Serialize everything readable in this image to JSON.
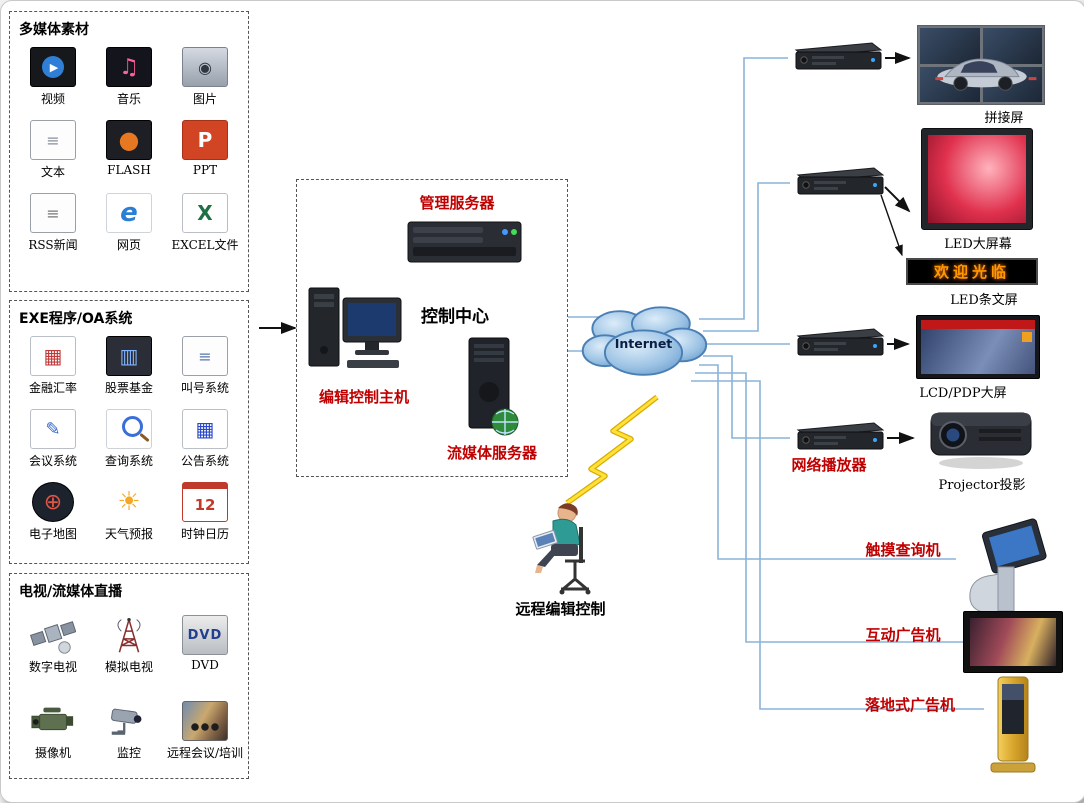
{
  "panels": {
    "media": {
      "title": "多媒体素材",
      "items": [
        {
          "label": "视频",
          "icon": "video-icon"
        },
        {
          "label": "音乐",
          "icon": "music-icon"
        },
        {
          "label": "图片",
          "icon": "picture-icon"
        },
        {
          "label": "文本",
          "icon": "text-icon"
        },
        {
          "label": "FLASH",
          "icon": "flash-icon"
        },
        {
          "label": "PPT",
          "icon": "ppt-icon"
        },
        {
          "label": "RSS新闻",
          "icon": "rss-news-icon"
        },
        {
          "label": "网页",
          "icon": "webpage-icon"
        },
        {
          "label": "EXCEL文件",
          "icon": "excel-icon"
        }
      ]
    },
    "exe": {
      "title": "EXE程序/OA系统",
      "items": [
        {
          "label": "金融汇率",
          "icon": "finance-icon"
        },
        {
          "label": "股票基金",
          "icon": "stock-icon"
        },
        {
          "label": "叫号系统",
          "icon": "queue-icon"
        },
        {
          "label": "会议系统",
          "icon": "conference-icon"
        },
        {
          "label": "查询系统",
          "icon": "search-icon"
        },
        {
          "label": "公告系统",
          "icon": "bulletin-icon"
        },
        {
          "label": "电子地图",
          "icon": "map-icon"
        },
        {
          "label": "天气预报",
          "icon": "weather-icon"
        },
        {
          "label": "时钟日历",
          "icon": "clock-calendar-icon"
        }
      ]
    },
    "tv": {
      "title": "电视/流媒体直播",
      "items": [
        {
          "label": "数字电视",
          "icon": "satellite-icon"
        },
        {
          "label": "模拟电视",
          "icon": "antenna-tower-icon"
        },
        {
          "label": "DVD",
          "icon": "dvd-icon"
        },
        {
          "label": "摄像机",
          "icon": "camcorder-icon"
        },
        {
          "label": "监控",
          "icon": "cctv-icon"
        },
        {
          "label": "远程会议/培训",
          "icon": "remote-meeting-icon"
        }
      ]
    }
  },
  "control_center": {
    "title": "控制中心",
    "management_server": "管理服务器",
    "edit_host": "编辑控制主机",
    "streaming_server": "流媒体服务器"
  },
  "cloud": {
    "label": "Internet"
  },
  "remote_edit": {
    "label": "远程编辑控制"
  },
  "network_player": {
    "label": "网络播放器"
  },
  "led_strip_text": "欢迎光临",
  "displays": {
    "video_wall": "拼接屏",
    "led_screen": "LED大屏幕",
    "led_strip": "LED条文屏",
    "lcd_pdp": "LCD/PDP大屏",
    "projector": "Projector投影"
  },
  "kiosks": {
    "touch": "触摸查询机",
    "interactive_ad": "互动广告机",
    "floor_ad": "落地式广告机"
  },
  "calendar_day": "12",
  "dvd_text": "DVD",
  "colors": {
    "label_red": "#c00000",
    "wire_blue": "#8ab4d8",
    "lightning_yellow": "#ffd400",
    "led_text_orange": "#ff9900"
  }
}
